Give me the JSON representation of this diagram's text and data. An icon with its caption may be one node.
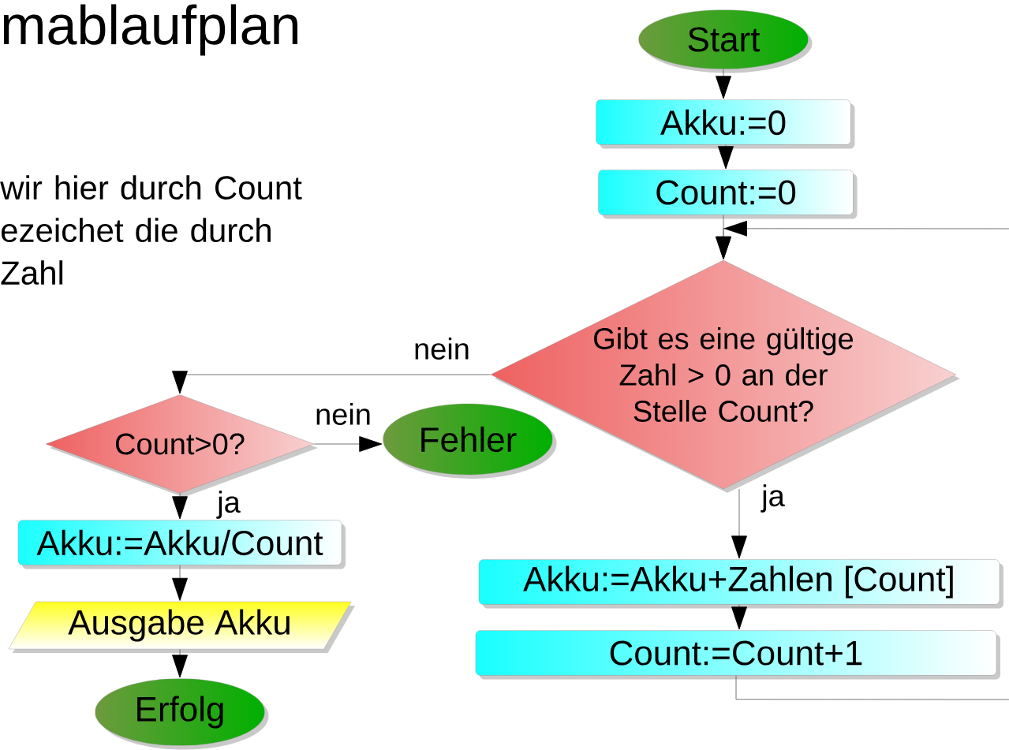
{
  "diagram": {
    "title": "mablaufplan",
    "nodes": [
      {
        "text": [
          "Start"
        ]
      },
      {
        "text": [
          "Akku:=0"
        ]
      },
      {
        "text": [
          "Count:=0"
        ]
      },
      {
        "text": [
          "Gibt es eine gültige Zahl > 0 an der Stelle Count?"
        ]
      },
      {
        "text": [
          "Count>0?"
        ]
      },
      {
        "text": [
          "Fehler"
        ]
      },
      {
        "text": [
          "Akku:=Akku/Count"
        ]
      },
      {
        "text": [
          "Ausgabe Akku"
        ]
      },
      {
        "text": [
          "Erfolg"
        ]
      },
      {
        "text": [
          "Akku:=Akku+Zahlen [Count]"
        ]
      },
      {
        "text": [
          "Count:=Count+1"
        ]
      }
    ],
    "edges": [
      {
        "from": 0,
        "to": 1,
        "arrow": "to"
      },
      {
        "from": 1,
        "to": 2,
        "arrow": "to"
      },
      {
        "from": 2,
        "to": 3,
        "arrow": "to"
      },
      {
        "from": 3,
        "to": 4,
        "arrow": "to",
        "label": "nein"
      },
      {
        "from": 4,
        "to": 5,
        "arrow": "to",
        "label": "nein"
      },
      {
        "from": 4,
        "to": 6,
        "arrow": "to",
        "label": "ja"
      },
      {
        "from": 6,
        "to": 7,
        "arrow": "to"
      },
      {
        "from": 7,
        "to": 8,
        "arrow": "to"
      },
      {
        "from": 3,
        "to": 9,
        "arrow": "to",
        "label": "ja"
      },
      {
        "from": 9,
        "to": 10,
        "arrow": "to"
      },
      {
        "from": 10,
        "to": 3,
        "arrow": "to"
      }
    ],
    "labels": [
      "wir hier durch Count ezeichet die durch Zahl"
    ]
  }
}
